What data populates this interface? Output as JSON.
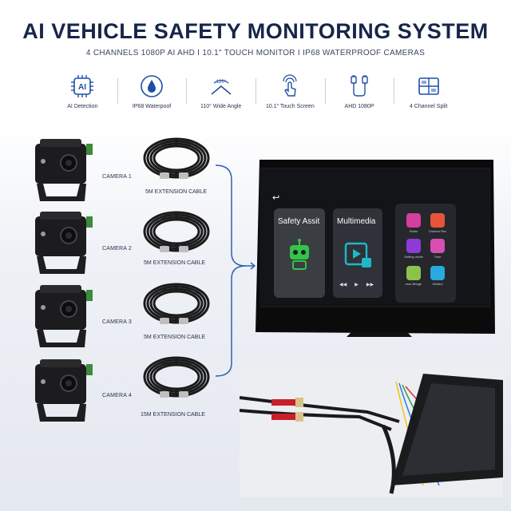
{
  "title": "AI VEHICLE SAFETY MONITORING SYSTEM",
  "subtitle": "4 CHANNELS 1080P AI AHD  I  10.1\" TOUCH MONITOR  I  IP68 WATERPROOF CAMERAS",
  "features": [
    {
      "icon": "ai-icon",
      "label": "AI Detection"
    },
    {
      "icon": "water-drop-icon",
      "label": "IP68 Waterpoof"
    },
    {
      "icon": "wide-angle-icon",
      "label": "110° Wide Angle",
      "badge": "120°"
    },
    {
      "icon": "touch-icon",
      "label": "10.1\"  Touch Screen"
    },
    {
      "icon": "cable-icon",
      "label": "AHD 1080P"
    },
    {
      "icon": "split-screen-icon",
      "label": "4 Channel Split"
    }
  ],
  "cameras": [
    {
      "label": "CAMERA 1",
      "cable": "5M EXTENSION CABLE"
    },
    {
      "label": "CAMERA 2",
      "cable": "5M EXTENSION CABLE"
    },
    {
      "label": "CAMERA 3",
      "cable": "5M EXTENSION CABLE"
    },
    {
      "label": "CAMERA 4",
      "cable": "15M EXTENSION CABLE"
    }
  ],
  "screen": {
    "back_glyph": "↩",
    "safety_title": "Safety Assit",
    "multimedia_title": "Multimedia",
    "media_controls": [
      "◀◀",
      "▶",
      "▶▶"
    ],
    "apps": [
      "Radio",
      "Camera Rec",
      "Setting mode",
      "Time",
      "mac Bridge",
      "Sinifam"
    ]
  },
  "colors": {
    "title": "#16264a",
    "icon_blue": "#1d4fa8",
    "safety_panel": "#3a3d42",
    "multimedia_panel": "#2f3238",
    "robot_green": "#33c44a",
    "play_cyan": "#1eb8c8"
  }
}
